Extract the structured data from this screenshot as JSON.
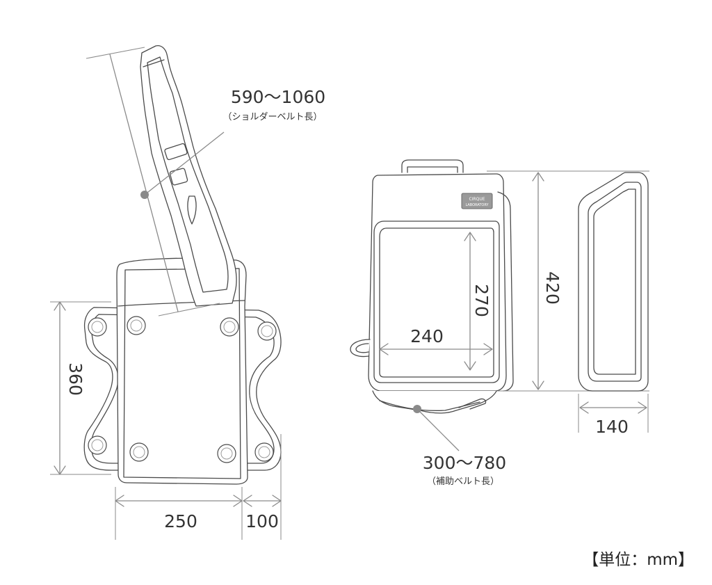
{
  "dimensions": {
    "shoulder_belt": {
      "value": "590～1060",
      "note": "（ショルダーベルト長）"
    },
    "back_height": "360",
    "back_width": "250",
    "back_depth": "100",
    "pocket_height": "270",
    "pocket_width": "240",
    "total_height": "420",
    "side_depth": "140",
    "aux_belt": {
      "value": "300～780",
      "note": "（補助ベルト長）"
    }
  },
  "unit_label": "【単位：mm】",
  "logo": {
    "line1": "CIRQUE",
    "line2": "LABORATORY"
  },
  "colors": {
    "outline": "#4a4a4a",
    "dimension": "#8a8a8a",
    "text": "#333333"
  }
}
